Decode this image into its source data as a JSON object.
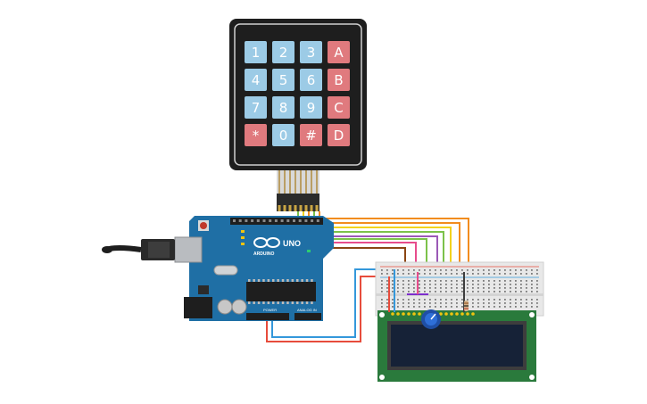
{
  "keypad": {
    "keys": [
      {
        "label": "1",
        "type": "digit"
      },
      {
        "label": "2",
        "type": "digit"
      },
      {
        "label": "3",
        "type": "digit"
      },
      {
        "label": "A",
        "type": "letter"
      },
      {
        "label": "4",
        "type": "digit"
      },
      {
        "label": "5",
        "type": "digit"
      },
      {
        "label": "6",
        "type": "digit"
      },
      {
        "label": "B",
        "type": "letter"
      },
      {
        "label": "7",
        "type": "digit"
      },
      {
        "label": "8",
        "type": "digit"
      },
      {
        "label": "9",
        "type": "digit"
      },
      {
        "label": "C",
        "type": "letter"
      },
      {
        "label": "*",
        "type": "letter"
      },
      {
        "label": "0",
        "type": "digit"
      },
      {
        "label": "#",
        "type": "letter"
      },
      {
        "label": "D",
        "type": "letter"
      }
    ],
    "colors": {
      "body": "#1e1e1e",
      "digit": "#9ccbe6",
      "letter": "#e07a7e"
    }
  },
  "arduino": {
    "brand": "ARDUINO",
    "model": "UNO",
    "power_label": "POWER",
    "analog_label": "ANALOG IN",
    "color": "#1f6fa5"
  },
  "lcd": {
    "color": "#2a7a3c",
    "screen_color": "#162237"
  },
  "wire_colors": [
    "#f28c1e",
    "#f2d21e",
    "#7cc24a",
    "#9b59b6",
    "#e74c8c",
    "#8b4513",
    "#3498db",
    "#e74c3c"
  ]
}
